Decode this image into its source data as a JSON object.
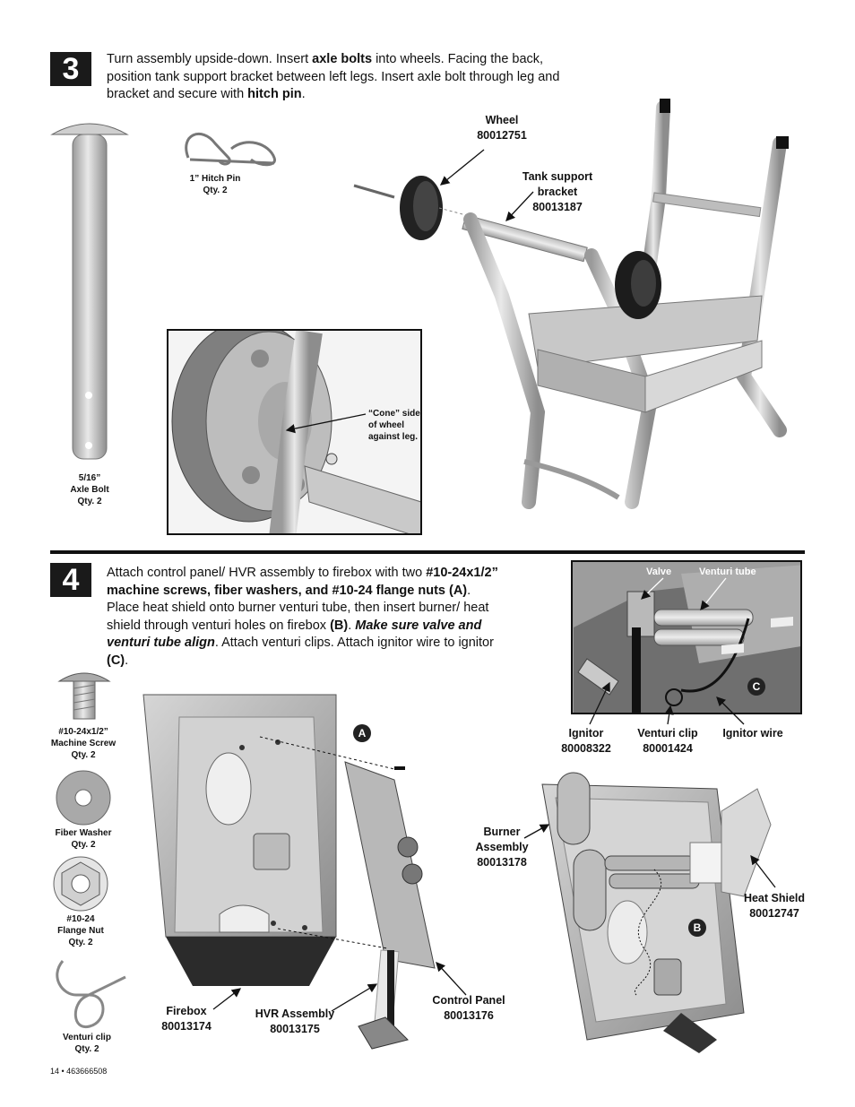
{
  "step3": {
    "number": "3",
    "text_1": "Turn assembly upside-down. Insert ",
    "text_2": "axle bolts",
    "text_3": " into wheels. Facing the back, position tank support bracket between left legs. Insert axle bolt through leg and bracket and secure with ",
    "text_4": "hitch pin",
    "text_5": ".",
    "parts": {
      "hitch_pin": [
        "1” Hitch Pin",
        "Qty. 2"
      ],
      "axle_bolt": [
        "5/16”",
        "Axle Bolt",
        "Qty. 2"
      ]
    },
    "callouts": {
      "wheel": [
        "Wheel",
        "80012751"
      ],
      "tank_bracket": [
        "Tank support",
        "bracket",
        "80013187"
      ],
      "cone": [
        "“Cone” side",
        "of wheel",
        "against leg."
      ]
    }
  },
  "step4": {
    "number": "4",
    "text_1": "Attach control panel/ HVR assembly to firebox with two ",
    "text_2": "#10-24x1/2” machine screws, fiber washers, and #10-24 flange nuts (A)",
    "text_3": ". Place heat shield onto burner venturi tube, then insert burner/ heat shield through venturi holes on firebox ",
    "text_4": "(B)",
    "text_5": ". ",
    "text_6": "Make sure valve and venturi tube align",
    "text_7": ". Attach venturi clips. Attach ignitor wire to ignitor ",
    "text_8": "(C)",
    "text_9": ".",
    "parts": {
      "screw": [
        "#10-24x1/2”",
        "Machine Screw",
        "Qty. 2"
      ],
      "washer": [
        "Fiber Washer",
        "Qty. 2"
      ],
      "nut": [
        "#10-24",
        "Flange Nut",
        "Qty. 2"
      ],
      "clip": [
        "Venturi clip",
        "Qty. 2"
      ]
    },
    "callouts": {
      "valve": "Valve",
      "venturi_tube": "Venturi tube",
      "ignitor": [
        "Ignitor",
        "80008322"
      ],
      "venturi_clip": [
        "Venturi clip",
        "80001424"
      ],
      "ignitor_wire": "Ignitor wire",
      "burner": [
        "Burner",
        "Assembly",
        "80013178"
      ],
      "heat_shield": [
        "Heat Shield",
        "80012747"
      ],
      "firebox": [
        "Firebox",
        "80013174"
      ],
      "hvr": [
        "HVR Assembly",
        "80013175"
      ],
      "control_panel": [
        "Control Panel",
        "80013176"
      ],
      "badge_a": "A",
      "badge_b": "B",
      "badge_c": "C"
    }
  },
  "footer": "14  •  463666508"
}
